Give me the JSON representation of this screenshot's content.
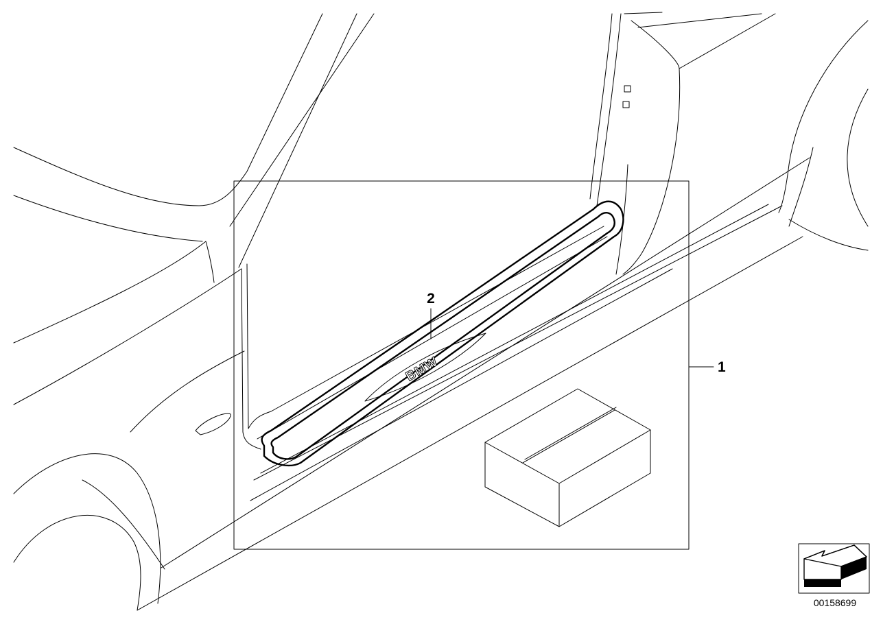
{
  "callouts": {
    "kit": "1",
    "sill_strip": "2"
  },
  "logo_text": "BMW",
  "diagram_number": "00158699",
  "icons": {
    "orientation": "view-direction-arrow-icon"
  },
  "colors": {
    "line": "#000000",
    "background": "#ffffff"
  }
}
